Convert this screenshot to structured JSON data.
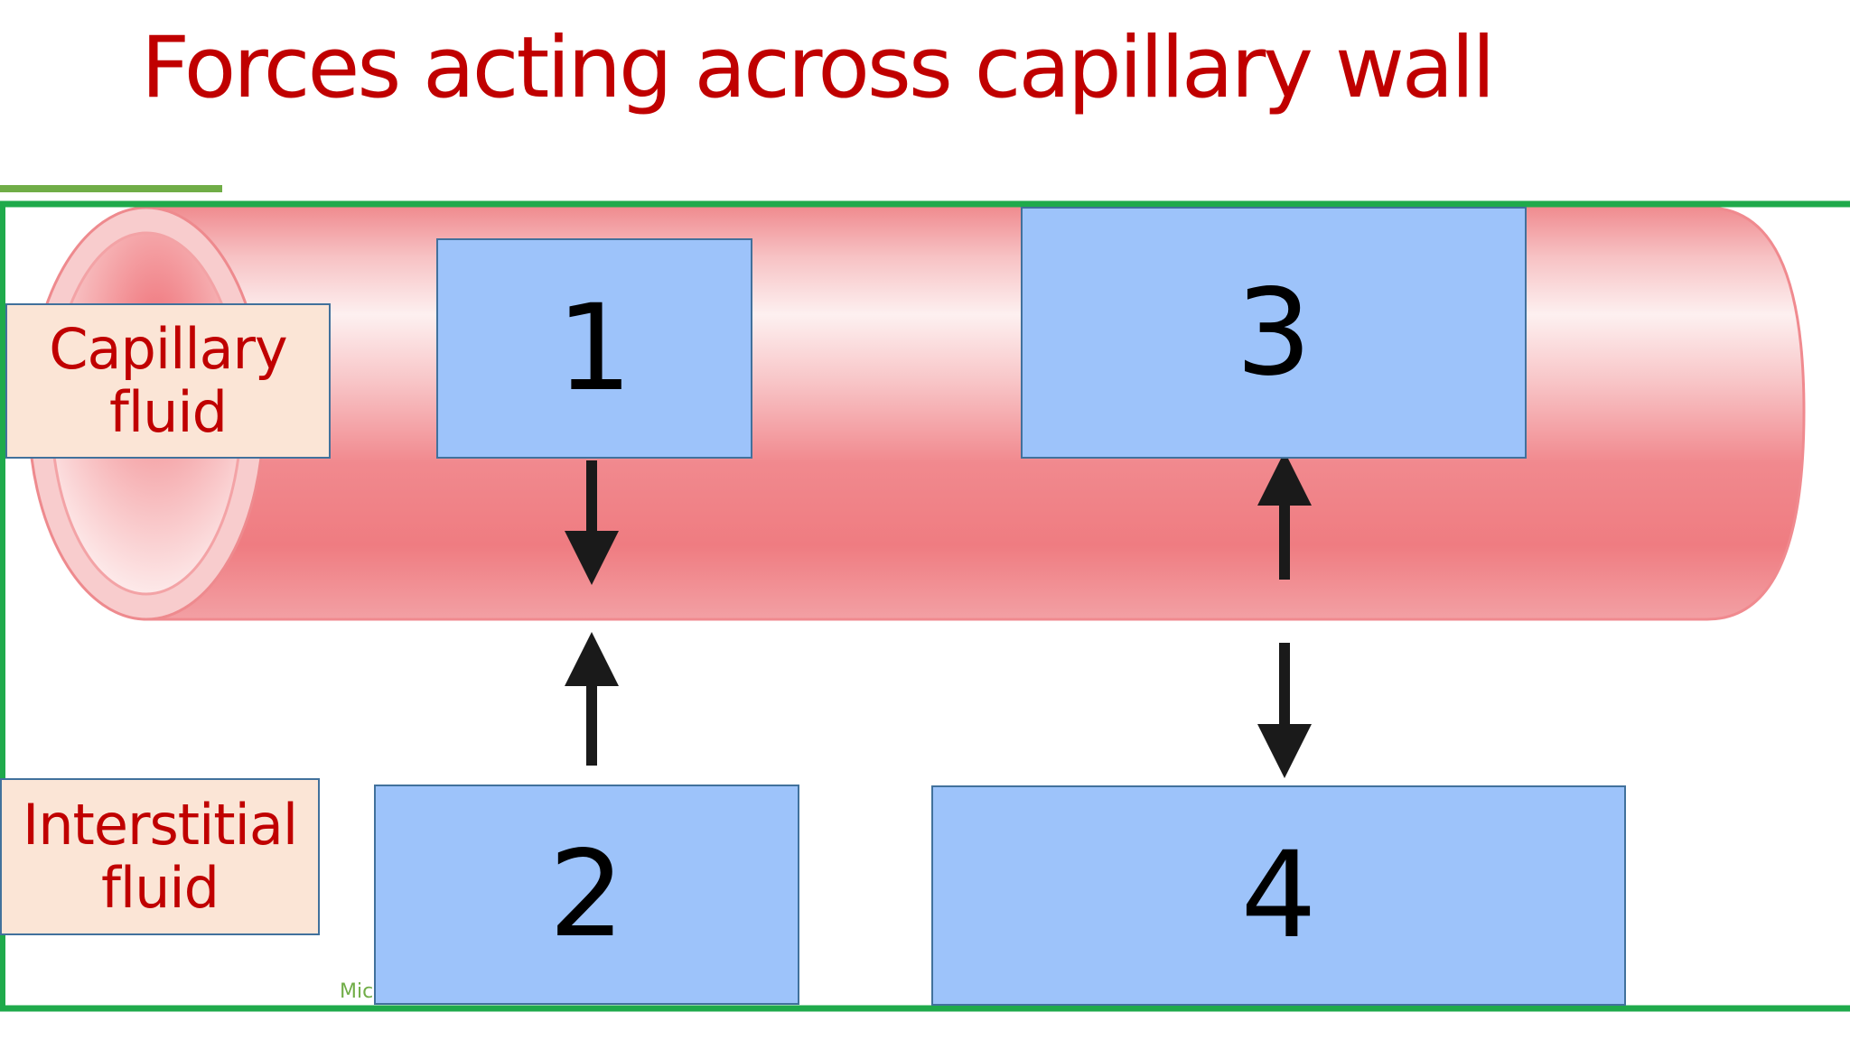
{
  "slide": {
    "title": "Forces acting across capillary wall",
    "footer_text": "Mic"
  },
  "labels": {
    "capillary": "Capillary fluid",
    "interstitial": "Interstitial fluid"
  },
  "boxes": {
    "b1": "1",
    "b2": "2",
    "b3": "3",
    "b4": "4"
  },
  "colors": {
    "title": "#c00000",
    "frame": "#1faa4b",
    "accent": "#70ad47",
    "label_fill": "#fbe5d6",
    "label_text": "#c00000",
    "box_fill": "#9dc3fa",
    "box_border": "#41719c",
    "vessel": "#ee7b80",
    "vessel_light": "#fdeaea"
  }
}
